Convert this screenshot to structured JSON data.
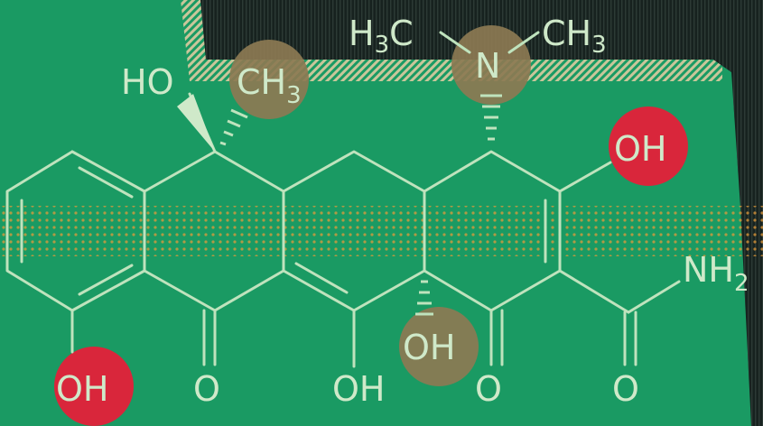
{
  "labels": {
    "h3c_main": "H",
    "h3c_sub": "3",
    "h3c_c": "C",
    "n": "N",
    "ch3_right_main": "CH",
    "ch3_right_sub": "3",
    "ho_top": "HO",
    "ch3_left_main": "CH",
    "ch3_left_sub": "3",
    "oh_right": "OH",
    "nh2_main": "NH",
    "nh2_sub": "2",
    "oh_bottom_left": "OH",
    "o_1": "O",
    "oh_bottom_mid": "OH",
    "oh_center": "OH",
    "o_2": "O",
    "o_3": "O"
  },
  "colors": {
    "background": "#1a9a63",
    "line": "#bfe3bd",
    "highlight_red": "#d9263b",
    "highlight_brown": "#8c7a52",
    "dark_panel": "#1d2a26",
    "halftone_orange": "#e39a3a"
  }
}
